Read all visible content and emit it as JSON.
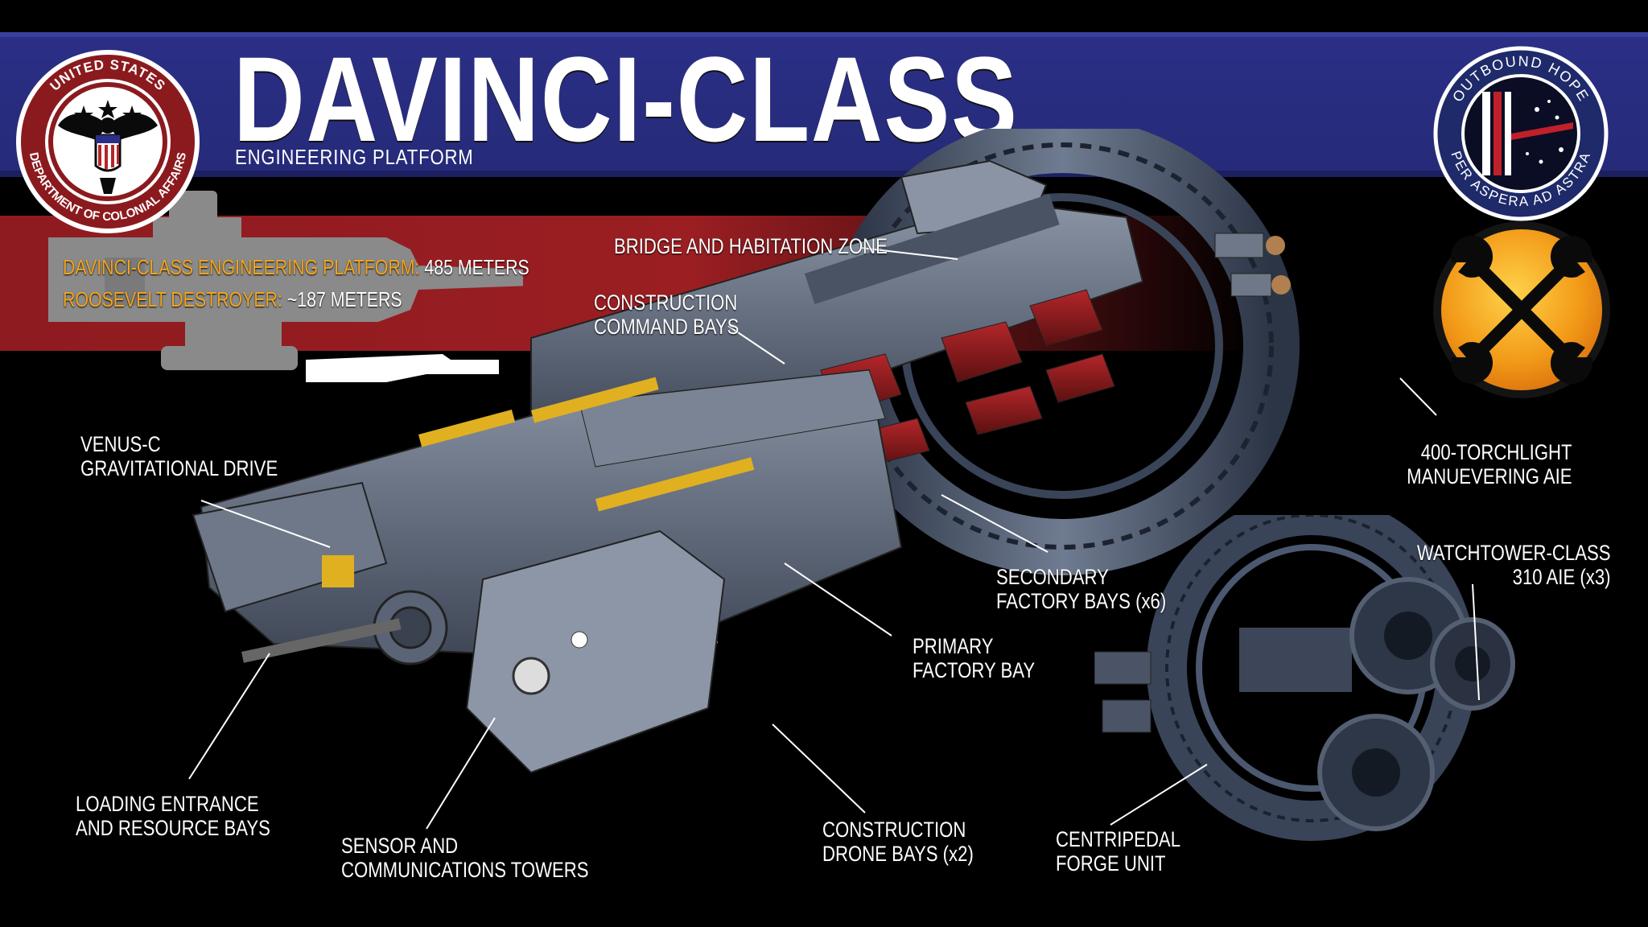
{
  "header": {
    "title": "DAVINCI-CLASS",
    "subtitle": "ENGINEERING PLATFORM"
  },
  "seal_left": {
    "ring_text_top": "UNITED STATES",
    "ring_text_bottom": "DEPARTMENT OF COLONIAL AFFAIRS"
  },
  "seal_right": {
    "ring_text_top": "OUTBOUND HOPE",
    "ring_text_bottom": "PER ASPERA AD ASTRA"
  },
  "comparison": {
    "item1_key": "DAVINCI-CLASS ENGINEERING PLATFORM:",
    "item1_value": " 485 METERS",
    "item2_key": "ROOSEVELT DESTROYER:",
    "item2_value": " ~187 METERS"
  },
  "callouts": {
    "bridge": "BRIDGE AND HABITATION ZONE",
    "command_bays_1": "CONSTRUCTION",
    "command_bays_2": "COMMAND BAYS",
    "venus_1": "VENUS-C",
    "venus_2": "GRAVITATIONAL DRIVE",
    "torchlight_1": "400-TORCHLIGHT",
    "torchlight_2": "MANUEVERING AIE",
    "secondary_1": "SECONDARY",
    "secondary_2": "FACTORY BAYS (x6)",
    "watchtower_1": "WATCHTOWER-CLASS",
    "watchtower_2": "310 AIE (x3)",
    "primary_1": "PRIMARY",
    "primary_2": "FACTORY BAY",
    "loading_1": "LOADING ENTRANCE",
    "loading_2": "AND RESOURCE BAYS",
    "sensor_1": "SENSOR AND",
    "sensor_2": "COMMUNICATIONS TOWERS",
    "drone_1": "CONSTRUCTION",
    "drone_2": "DRONE BAYS (x2)",
    "forge_1": "CENTRIPEDAL",
    "forge_2": "FORGE UNIT"
  },
  "colors": {
    "blue_band": "#2b2f86",
    "red_band": "#9a1e22",
    "accent_orange": "#f2a51c",
    "hull_gray": "#5c6675",
    "factory_red": "#8a1a1a",
    "trim_yellow": "#e0b020"
  },
  "icons": {
    "left_seal": "eagle-seal-icon",
    "right_seal": "mission-patch-icon",
    "role": "crossed-wrenches-icon"
  }
}
